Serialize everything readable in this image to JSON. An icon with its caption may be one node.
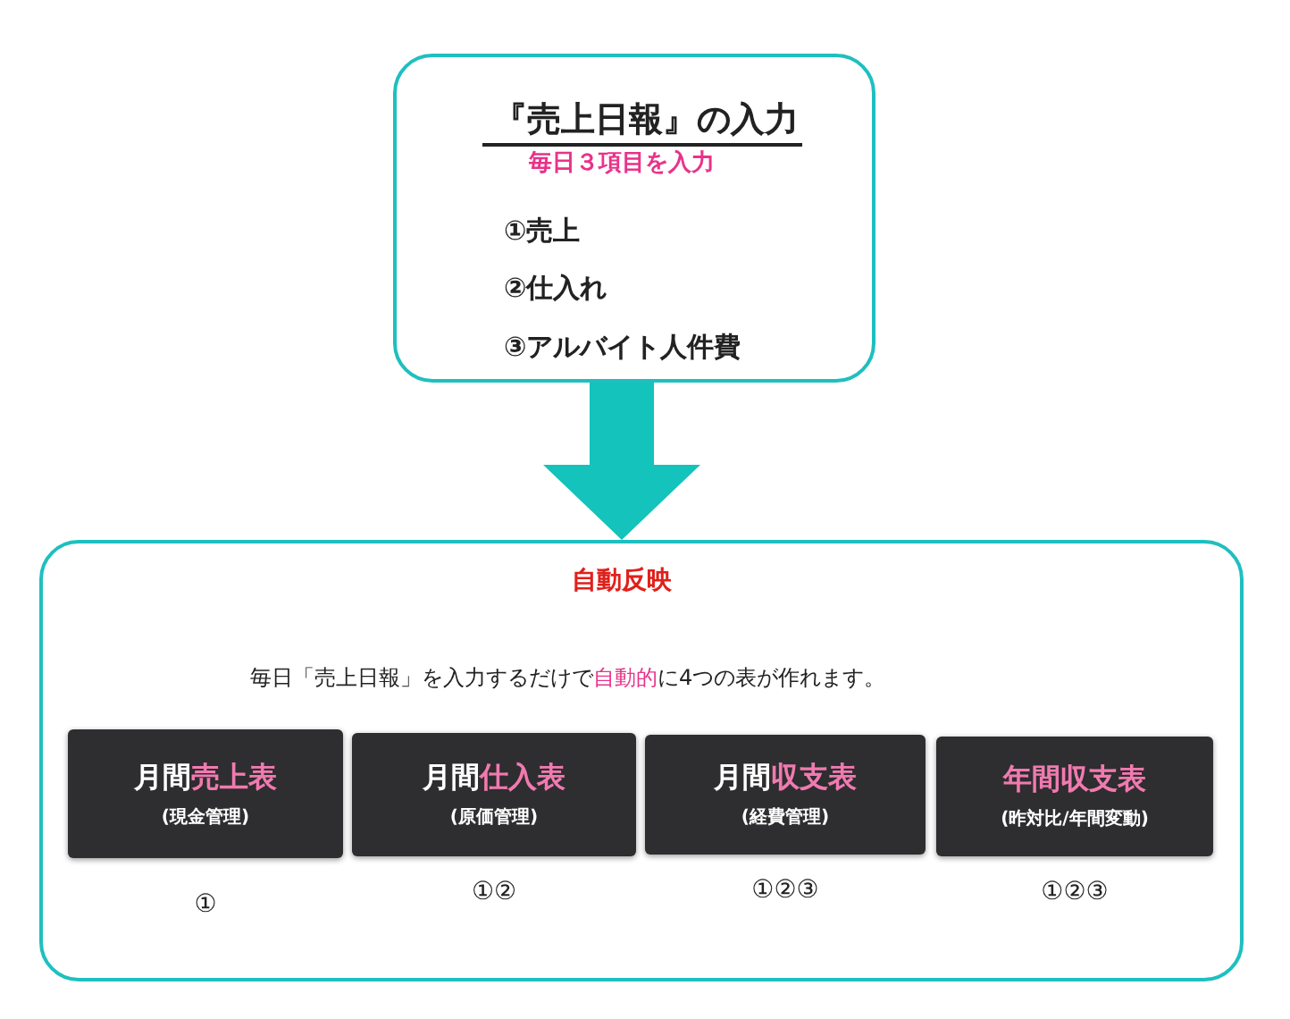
{
  "diagram": {
    "nodes": [
      {
        "text": [
          "『売上日報』の入力",
          "毎日３項目を入力",
          "①売上",
          "②仕入れ",
          "③アルバイト人件費"
        ]
      },
      {
        "text": [
          "自動反映",
          "毎日「売上日報」を入力するだけで**自動的**に4つの表が作れます。"
        ]
      },
      {
        "text": [
          "月間**売上表**",
          "(現金管理)"
        ],
        "in": 1,
        "beside": [
          "①"
        ]
      },
      {
        "text": [
          "月間**仕入表**",
          "(原価管理)"
        ],
        "in": 1,
        "beside": [
          "①②"
        ]
      },
      {
        "text": [
          "月間**収支表**",
          "(経費管理)"
        ],
        "in": 1,
        "beside": [
          "①②③"
        ]
      },
      {
        "text": [
          "年間収支表",
          "(昨対比/年間変動)"
        ],
        "in": 1,
        "beside": [
          "①②③"
        ]
      }
    ],
    "edges": [
      {
        "from": 0,
        "to": 1,
        "arrow": "to",
        "style": "thick"
      }
    ]
  }
}
